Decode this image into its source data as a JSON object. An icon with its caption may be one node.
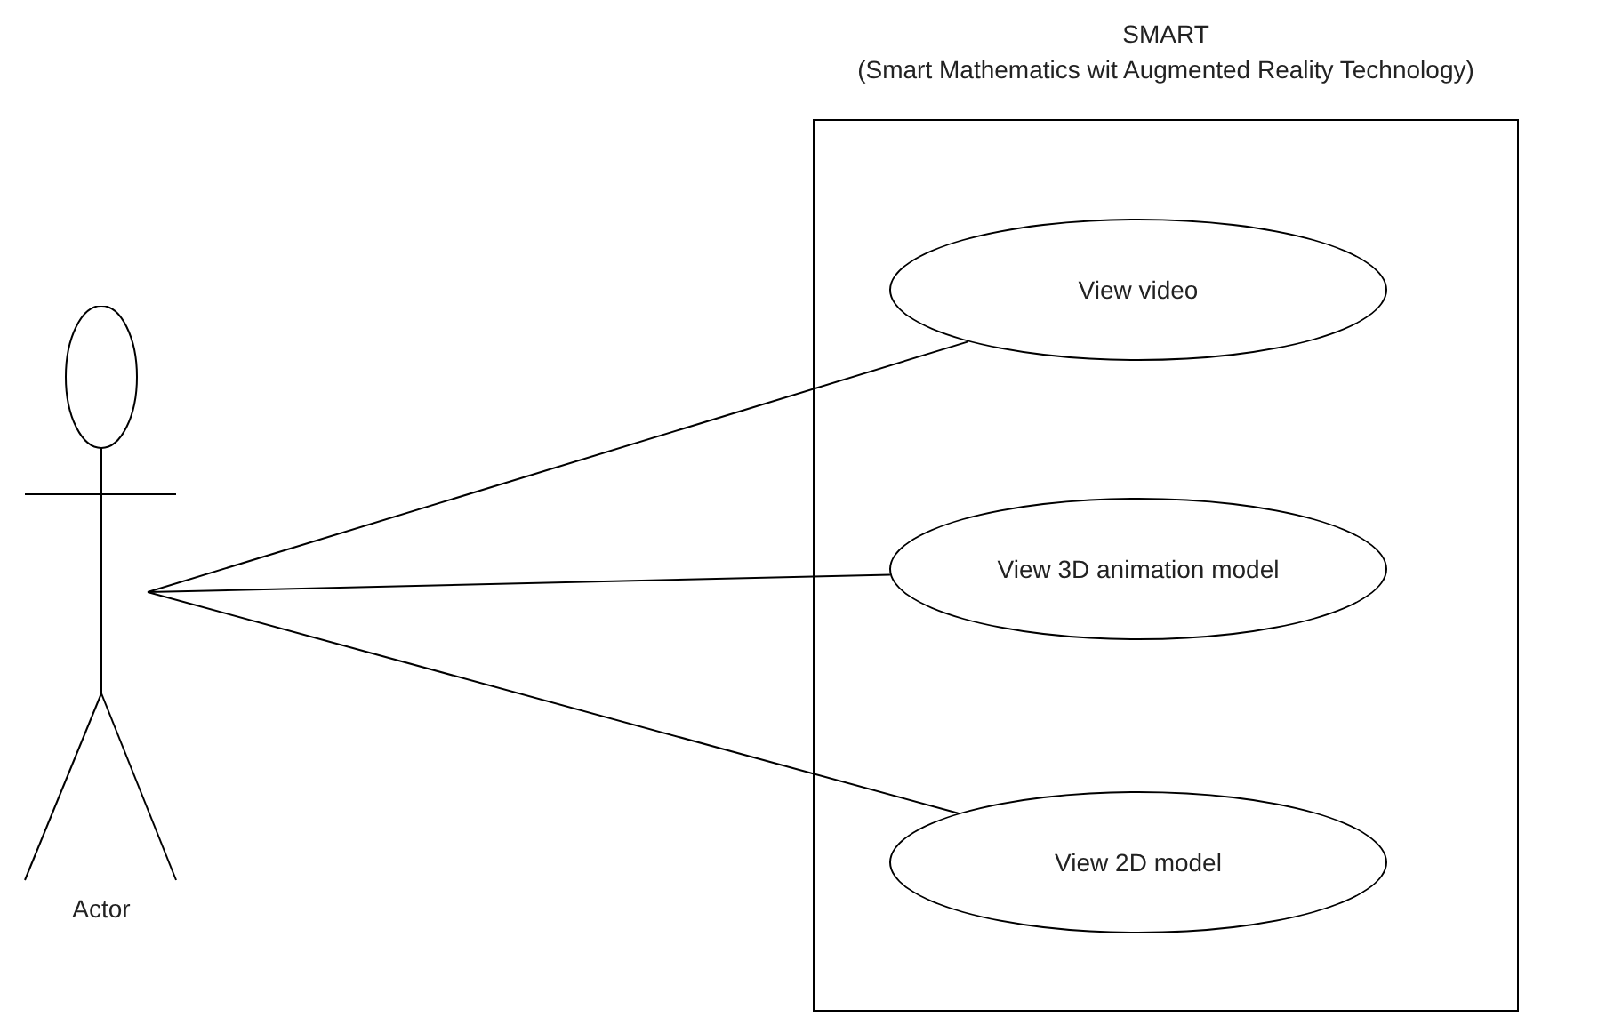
{
  "diagram": {
    "nodes": [
      {
        "text": [
          "SMART",
          "(Smart Mathematics wit Augmented Reality Technology)"
        ]
      },
      {
        "text": [
          "Actor"
        ]
      },
      {
        "text": [
          "View video"
        ],
        "in": 0
      },
      {
        "text": [
          "View 3D animation model"
        ],
        "in": 0
      },
      {
        "text": [
          "View 2D model"
        ],
        "in": 0
      }
    ],
    "edges": [
      {
        "from": 1,
        "to": 2,
        "arrow": "none"
      },
      {
        "from": 1,
        "to": 3,
        "arrow": "none"
      },
      {
        "from": 1,
        "to": 4,
        "arrow": "none"
      }
    ]
  }
}
